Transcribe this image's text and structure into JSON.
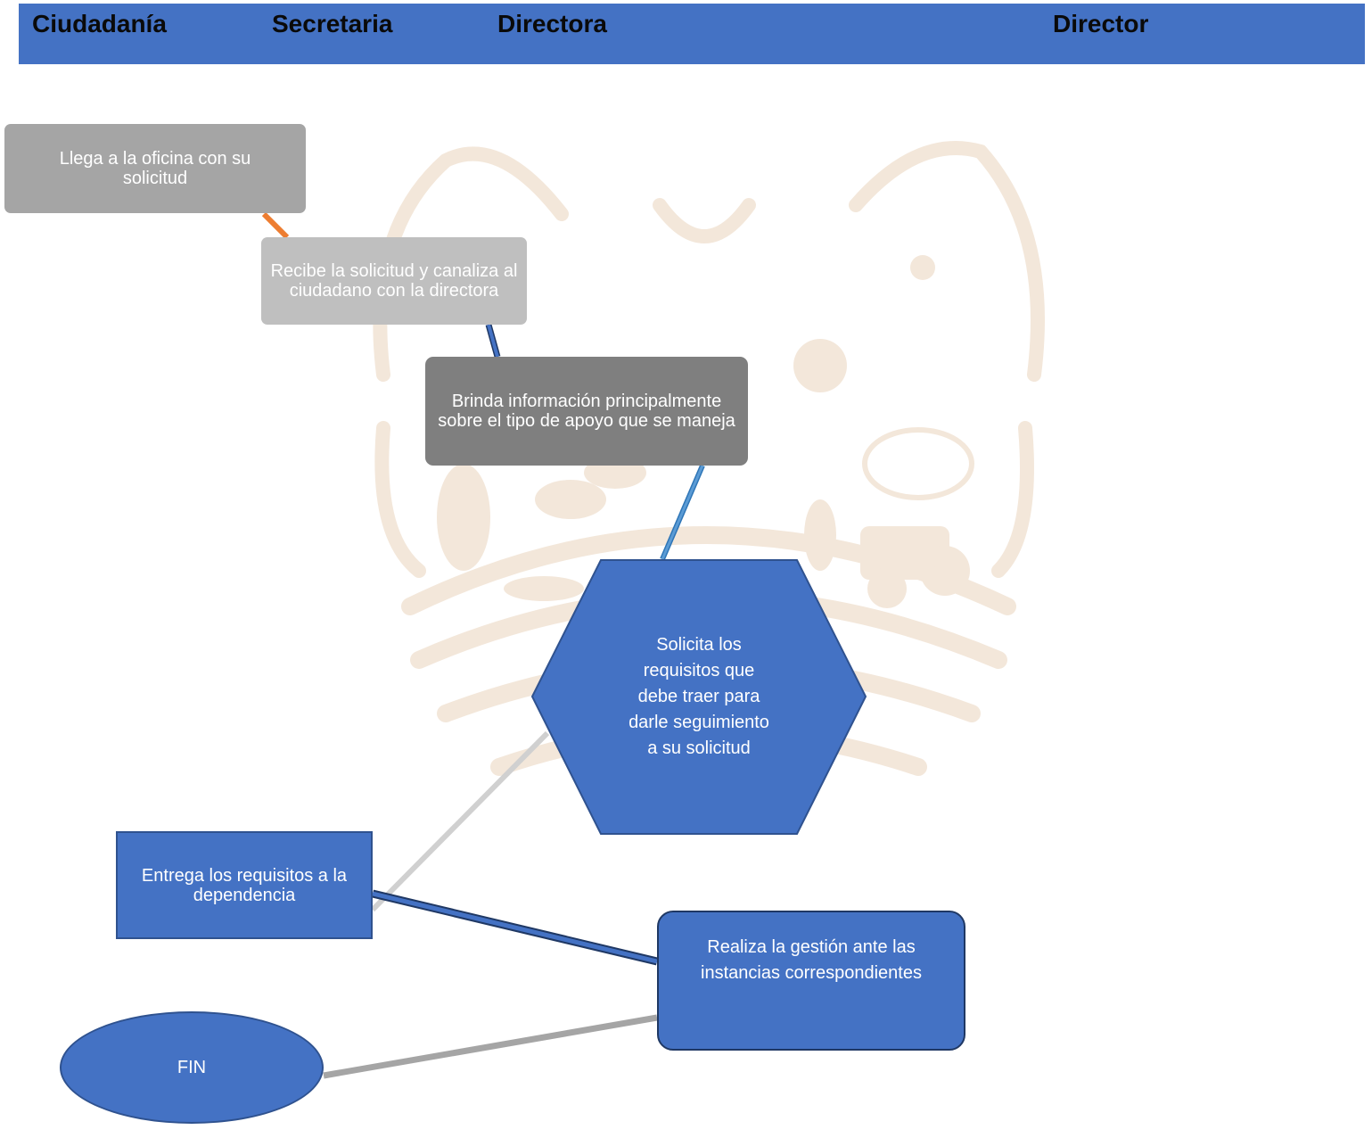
{
  "lanes": {
    "ciudadania": "Ciudadanía",
    "secretaria": "Secretaria",
    "directora": "Directora",
    "director": "Director"
  },
  "steps": {
    "llega": "Llega a la oficina con su solicitud",
    "recibe": "Recibe la solicitud y canaliza al ciudadano con la directora",
    "brinda": "Brinda información principalmente sobre el tipo de apoyo que se maneja",
    "solicita": "Solicita los requisitos que debe traer para darle seguimiento a su solicitud",
    "entrega": "Entrega los requisitos a la dependencia",
    "realiza": "Realiza la gestión ante las instancias correspondientes",
    "fin": "FIN"
  },
  "colors": {
    "header": "#4472c4",
    "node_blue": "#4472c4",
    "node_gray_1": "#a5a5a5",
    "node_gray_2": "#bfbfbf",
    "node_gray_3": "#7f7f7f",
    "connector_orange": "#ed7d31",
    "connector_blue": "#2f5597",
    "connector_gray": "#c9c9c9",
    "watermark": "#f3e7da"
  }
}
